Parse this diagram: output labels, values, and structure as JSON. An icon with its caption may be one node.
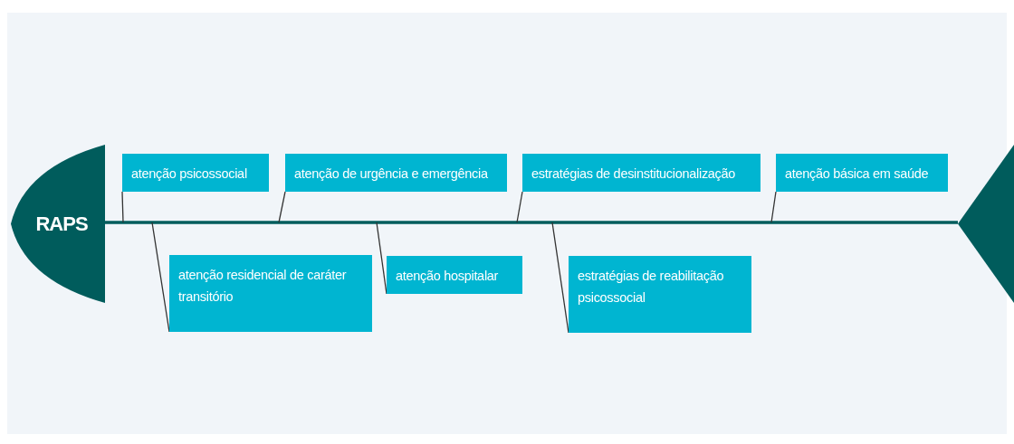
{
  "diagram": {
    "nodes": [
      {
        "text": [
          "RAPS"
        ]
      },
      {
        "text": [
          "atenção psicossocial"
        ]
      },
      {
        "text": [
          "atenção de urgência e emergência"
        ]
      },
      {
        "text": [
          "estratégias de desinstitucionalização"
        ]
      },
      {
        "text": [
          "atenção básica em saúde"
        ]
      },
      {
        "text": [
          "atenção residencial de caráter transitório"
        ]
      },
      {
        "text": [
          "atenção hospitalar"
        ]
      },
      {
        "text": [
          "estratégias de reabilitação psicossocial"
        ]
      },
      {
        "text": [],
        "shape": "triangle"
      }
    ],
    "edges": [
      {
        "from": 0,
        "to": 8,
        "arrow": "none",
        "style": "thick"
      },
      {
        "from": 1,
        "to": null,
        "arrow": "none"
      },
      {
        "from": 2,
        "to": null,
        "arrow": "none"
      },
      {
        "from": 3,
        "to": null,
        "arrow": "none"
      },
      {
        "from": 4,
        "to": null,
        "arrow": "none"
      },
      {
        "from": 5,
        "to": null,
        "arrow": "none"
      },
      {
        "from": 6,
        "to": null,
        "arrow": "none"
      },
      {
        "from": 7,
        "to": null,
        "arrow": "none"
      }
    ]
  }
}
